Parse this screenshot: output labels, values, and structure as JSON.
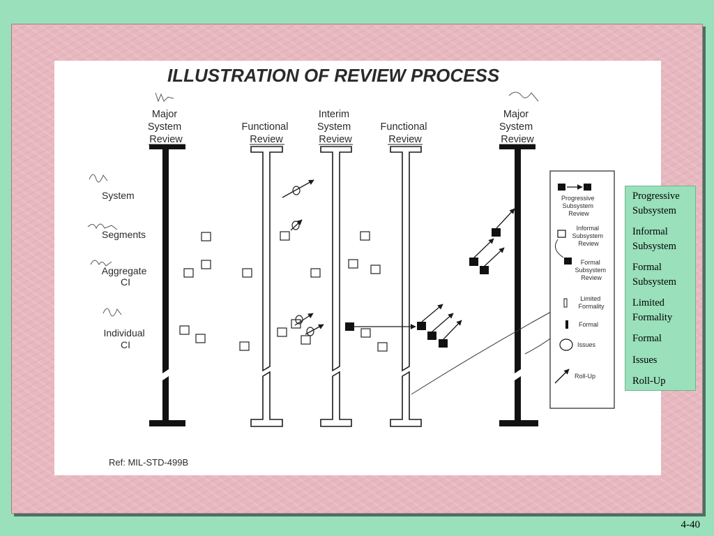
{
  "figure": {
    "title": "ILLUSTRATION OF REVIEW PROCESS",
    "columns": [
      {
        "lines": [
          "Major",
          "System",
          "Review"
        ]
      },
      {
        "lines": [
          "Functional",
          "Review"
        ]
      },
      {
        "lines": [
          "Interim",
          "System",
          "Review"
        ]
      },
      {
        "lines": [
          "Functional",
          "Review"
        ]
      },
      {
        "lines": [
          "Major",
          "System",
          "Review"
        ]
      }
    ],
    "levels": [
      {
        "lines": [
          "System"
        ]
      },
      {
        "lines": [
          "Segments"
        ]
      },
      {
        "lines": [
          "Aggregate",
          "CI"
        ]
      },
      {
        "lines": [
          "Individual",
          "CI"
        ]
      }
    ],
    "legend": {
      "progressive": [
        "Progressive",
        "Subsystem",
        "Review"
      ],
      "informal": [
        "Informal",
        "Subsystem",
        "Review"
      ],
      "formal": [
        "Formal",
        "Subsystem",
        "Review"
      ],
      "limited": [
        "Limited",
        "Formality"
      ],
      "formal_mark": [
        "Formal"
      ],
      "issues": [
        "Issues"
      ],
      "rollup": [
        "Roll-Up"
      ]
    },
    "reference": "Ref: MIL-STD-499B"
  },
  "side_legend": [
    {
      "lines": [
        "Progressive",
        "Subsystem"
      ]
    },
    {
      "lines": [
        "Informal",
        "Subsystem"
      ]
    },
    {
      "lines": [
        "Formal",
        "Subsystem"
      ]
    },
    {
      "lines": [
        "Limited",
        "Formality"
      ]
    },
    {
      "lines": [
        "Formal"
      ]
    },
    {
      "lines": [
        "Issues"
      ]
    },
    {
      "lines": [
        "Roll-Up"
      ]
    }
  ],
  "page_number": "4-40",
  "colors": {
    "background": "#99e0bb",
    "panel": "#e8b8c0",
    "ink": "#1a1a1a"
  }
}
